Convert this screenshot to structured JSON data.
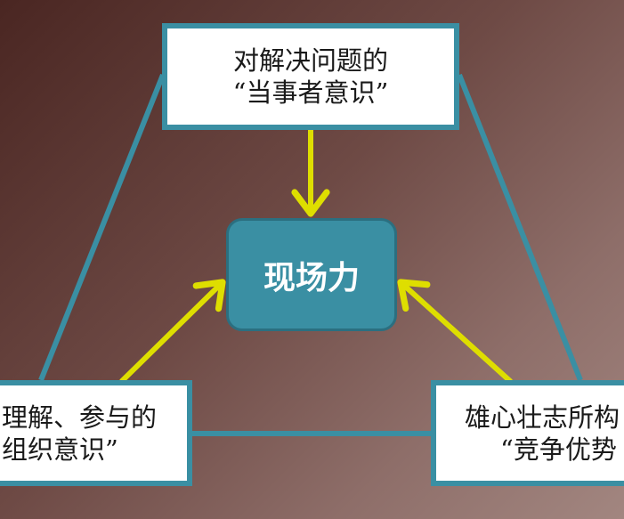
{
  "center": {
    "label": "现场力"
  },
  "top_box": {
    "line1": "对解决问题的",
    "line2": "“当事者意识”"
  },
  "left_box": {
    "line1": "理解、参与的",
    "line2": "组织意识”"
  },
  "right_box": {
    "line1": "雄心壮志所构",
    "line2": "“竞争优势"
  },
  "colors": {
    "frame_teal": "#3a8fa3",
    "arrow_yellow": "#dede00",
    "box_fill": "#ffffff",
    "center_fill": "#3a8fa3"
  }
}
